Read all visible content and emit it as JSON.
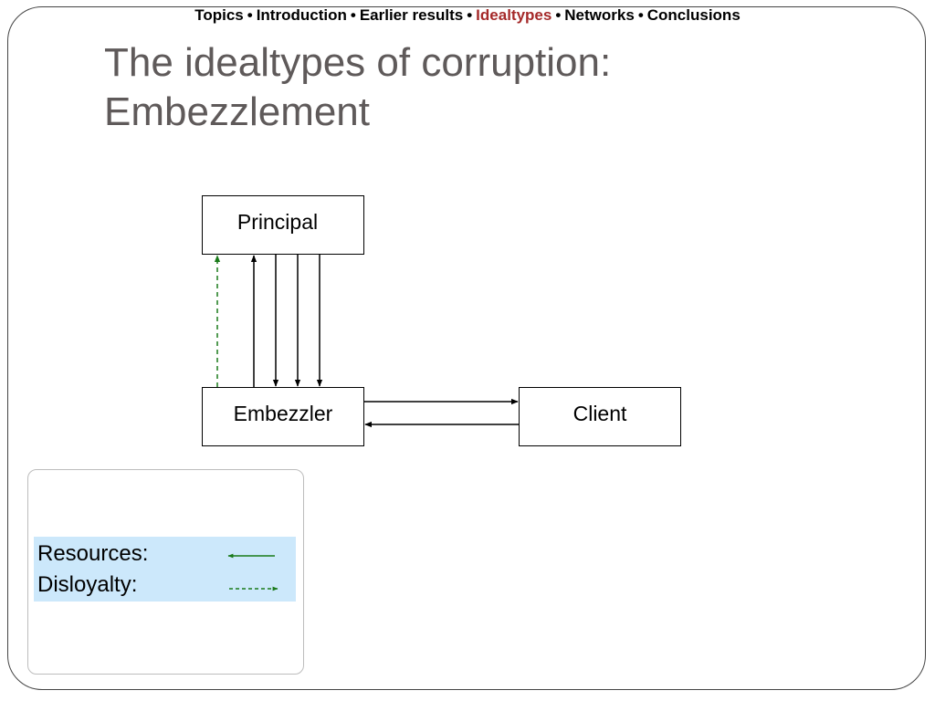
{
  "nav": {
    "items": [
      "Topics",
      "Introduction",
      "Earlier results",
      "Idealtypes",
      "Networks",
      "Conclusions"
    ],
    "active_index": 3,
    "separator": "•",
    "active_color": "#a52a2a"
  },
  "title": {
    "line1": "The idealtypes of corruption:",
    "line2": "Embezzlement"
  },
  "diagram": {
    "principal": "Principal",
    "embezzler": "Embezzler",
    "client": "Client"
  },
  "legend": {
    "resources": "Resources:",
    "disloyalty": "Disloyalty:",
    "resources_color": "#1a7a1a",
    "disloyalty_color": "#1a7a1a",
    "band_color": "#cce8fb"
  }
}
